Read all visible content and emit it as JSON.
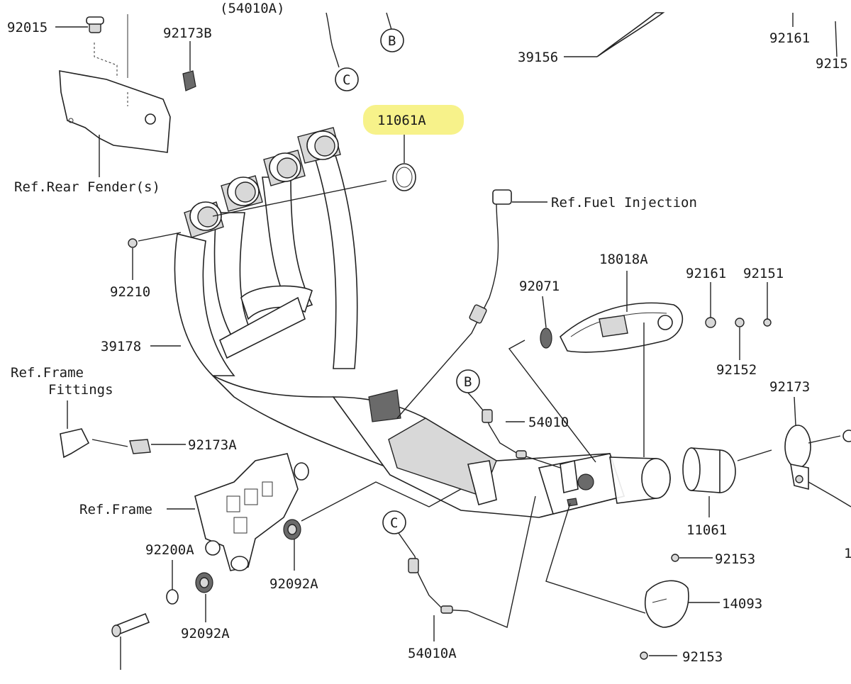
{
  "highlight_color": "#f7f28a",
  "labels": {
    "p92015": "92015",
    "p92173B": "92173B",
    "top_cut": "(54010A)",
    "callout_b_top": "B",
    "callout_c_top": "C",
    "p39156": "39156",
    "p92161_top": "92161",
    "p9215_top": "9215",
    "p11061A": "11061A",
    "ref_rear_fender": "Ref.Rear Fender(s)",
    "ref_fuel_injection": "Ref.Fuel Injection",
    "p92210": "92210",
    "p18018A": "18018A",
    "p92071": "92071",
    "p92161": "92161",
    "p92151": "92151",
    "p39178": "39178",
    "p92152": "92152",
    "ref_frame_fittings_1": "Ref.Frame",
    "ref_frame_fittings_2": "Fittings",
    "callout_b_mid": "B",
    "p54010": "54010",
    "p92173": "92173",
    "p92173A": "92173A",
    "ref_frame": "Ref.Frame",
    "p11061": "11061",
    "p92200A": "92200A",
    "callout_c_low": "C",
    "p92092A_right": "92092A",
    "p92153_top": "92153",
    "p14093": "14093",
    "p92092A_bottom": "92092A",
    "p54010A": "54010A",
    "p92153_bottom": "92153",
    "edge_1": "1"
  }
}
